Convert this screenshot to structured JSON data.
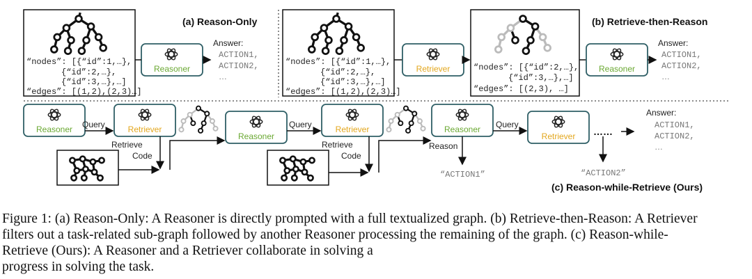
{
  "sections": {
    "reason_only": "(a) Reason-Only",
    "retrieve_then_reason": "(b) Retrieve-then-Reason",
    "reason_while_retrieve": "(c) Reason-while-Retrieve (Ours)"
  },
  "agents": {
    "reasoner": "Reasoner",
    "retriever": "Retriever"
  },
  "graph_text_a": {
    "line1": "“nodes”: [{“id”:1,…},",
    "line2": "{“id”:2,…},",
    "line3": "{“id”:3,…},…]",
    "line4": "“edges”: [(1,2),(2,3)…]"
  },
  "graph_text_b_left": {
    "line1": "“nodes”: [{“id”:1,…},",
    "line2": "{“id”:2,…},",
    "line3": "{“id”:3,…},…]",
    "line4": "“edges”: [(1,2),(2,3)…]"
  },
  "graph_text_b_right": {
    "line1": "“nodes”: [{“id”:2,…},",
    "line2": "{“id”:3,…},…]",
    "line3": "“edges”: [(2,3), …]"
  },
  "answer": {
    "label": "Answer:",
    "action1": "ACTION1,",
    "action2": "ACTION2,",
    "ellipsis": "…"
  },
  "flow": {
    "query": "Query",
    "retrieve": "Retrieve",
    "code": "Code",
    "reason": "Reason",
    "out1": "“ACTION1”",
    "out2": "“ACTION2”",
    "dots": "……"
  },
  "caption": {
    "line1": "Figure 1: (a) Reason-Only: A Reasoner is directly prompted with a full textualized graph. (b) Retrieve-then-Reason: A Retriever",
    "line2": "filters out a task-related sub-graph followed by another Reasoner processing the remaining of the graph. (c) Reason-while-",
    "line3": "Retrieve (Ours): A Reasoner and a Retriever collaborate in solving a",
    "line4": "progress in solving the task."
  }
}
